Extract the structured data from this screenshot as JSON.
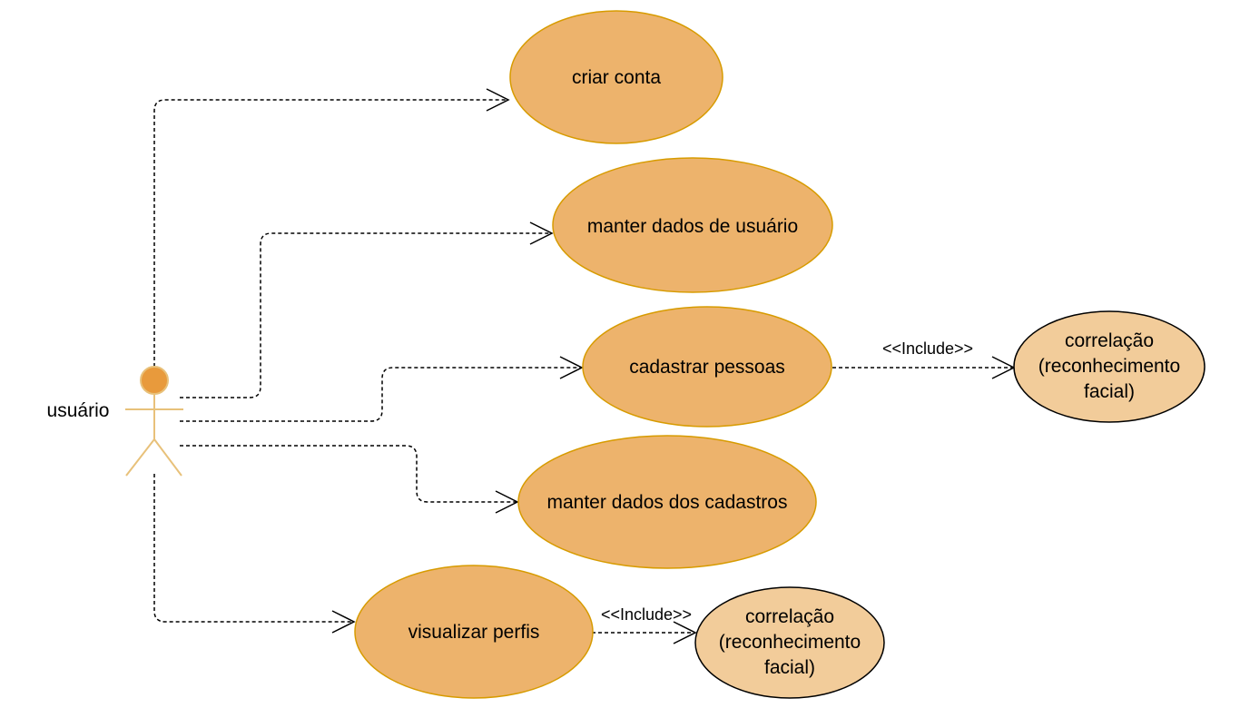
{
  "actor": {
    "label": "usuário"
  },
  "colors": {
    "usecase_fill": "#EDB36C",
    "usecase_stroke": "#D79B00",
    "include_fill": "#F2CC9A",
    "include_stroke": "#000000",
    "actor_line": "#E8C17A",
    "actor_head": "#E89A3C"
  },
  "use_cases": [
    {
      "label": "criar conta"
    },
    {
      "label": "manter dados de usuário"
    },
    {
      "label": "cadastrar pessoas"
    },
    {
      "label": "manter dados dos cadastros"
    },
    {
      "label": "visualizar perfis"
    }
  ],
  "included": [
    {
      "lines": [
        "correlação",
        "(reconhecimento",
        "facial)"
      ]
    },
    {
      "lines": [
        "correlação",
        "(reconhecimento",
        "facial)"
      ]
    }
  ],
  "relations": [
    {
      "label": "<<Include>>"
    },
    {
      "label": "<<Include>>"
    }
  ]
}
